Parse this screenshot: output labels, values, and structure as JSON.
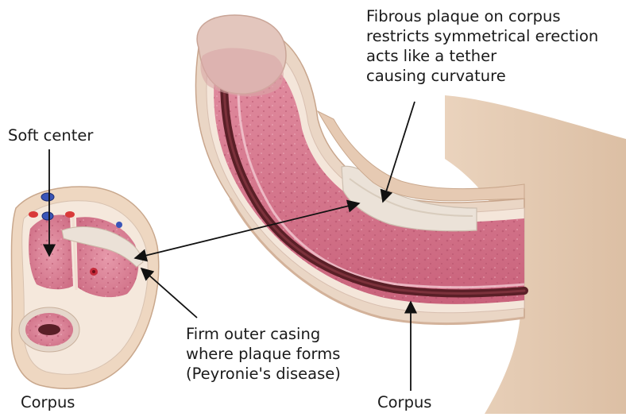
{
  "labels": {
    "soft_center": "Soft center",
    "fibrous_plaque": [
      "Fibrous plaque on corpus",
      "restricts symmetrical erection",
      "acts like a tether",
      "causing curvature"
    ],
    "firm_casing": [
      "Firm outer casing",
      "where plaque forms",
      "(Peyronie's disease)"
    ],
    "corpus_left": "Corpus",
    "corpus_right": "Corpus"
  },
  "colors": {
    "skin": "#edd7c2",
    "skin_shadow": "#d9bca2",
    "tunica": "#f3e6da",
    "corpus_tissue": "#db8597",
    "corpus_dark": "#c96a80",
    "urethra": "#5a1f27",
    "plaque": "#e9e0d6",
    "vein": "#3a55b8",
    "artery": "#d93a3a",
    "arrow": "#111111"
  }
}
